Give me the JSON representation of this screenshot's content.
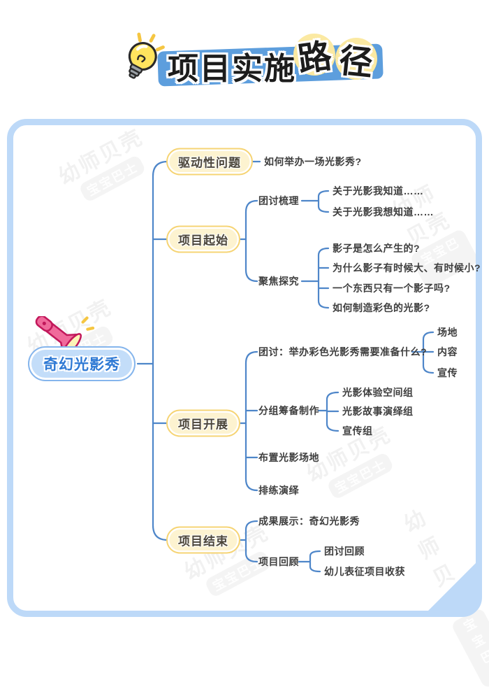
{
  "header": {
    "title_main": "项目实施",
    "title_accent": "路径",
    "icon": "lightbulb-icon"
  },
  "watermark": {
    "line1": "幼师贝壳",
    "line2": "宝宝巴士"
  },
  "colors": {
    "banner_blue": "#5d9edd",
    "container_border": "#bdd9f8",
    "line_blue": "#4e86c9",
    "pill_yellow_bg": "#fdf3d0",
    "pill_yellow_border": "#f6d474",
    "root_bg": "#c3ddf9",
    "root_border": "#85b5ec",
    "root_text": "#2e79d4",
    "text_dark": "#3e3e3e",
    "flashlight_pink": "#f0649a",
    "accent_circle_yellow": "#fbe9a2"
  },
  "icons": {
    "root_icon": "flashlight-icon",
    "header_icon": "lightbulb-icon"
  },
  "mindmap": {
    "root": {
      "label": "奇幻光影秀"
    },
    "branches": [
      {
        "label": "驱动性问题",
        "children": [
          {
            "label": "如何举办一场光影秀?",
            "children": []
          }
        ]
      },
      {
        "label": "项目起始",
        "children": [
          {
            "label": "团讨梳理",
            "children": [
              "关于光影我知道……",
              "关于光影我想知道……"
            ]
          },
          {
            "label": "聚焦探究",
            "children": [
              "影子是怎么产生的?",
              "为什么影子有时候大、有时候小?",
              "一个东西只有一个影子吗?",
              "如何制造彩色的光影?"
            ]
          }
        ]
      },
      {
        "label": "项目开展",
        "children": [
          {
            "label": "团讨：举办彩色光影秀需要准备什么?",
            "children": [
              "场地",
              "内容",
              "宣传"
            ]
          },
          {
            "label": "分组筹备制作",
            "children": [
              "光影体验空间组",
              "光影故事演绎组",
              "宣传组"
            ]
          },
          {
            "label": "布置光影场地",
            "children": []
          },
          {
            "label": "排练演绎",
            "children": []
          }
        ]
      },
      {
        "label": "项目结束",
        "children": [
          {
            "label": "成果展示：奇幻光影秀",
            "children": []
          },
          {
            "label": "项目回顾",
            "children": [
              "团讨回顾",
              "幼儿表征项目收获"
            ]
          }
        ]
      }
    ]
  }
}
